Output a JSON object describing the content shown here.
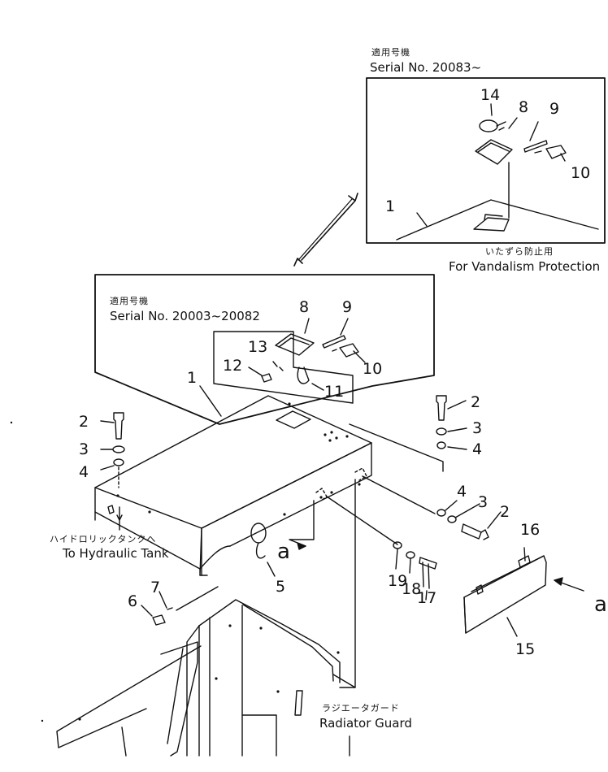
{
  "inset_upper": {
    "applicable_jp": "適用号機",
    "serial": "Serial No. 20083~",
    "part_labels": [
      "14",
      "8",
      "9",
      "10",
      "1"
    ],
    "caption_jp": "いたずら防止用",
    "caption_en": "For Vandalism Protection"
  },
  "inset_lower": {
    "applicable_jp": "適用号機",
    "serial": "Serial No. 20003~20082",
    "part_labels": [
      "8",
      "9",
      "13",
      "12",
      "10",
      "11",
      "1"
    ]
  },
  "main_labels": {
    "left": [
      "2",
      "3",
      "4"
    ],
    "right_upper": [
      "2",
      "3",
      "4"
    ],
    "right_lower": [
      "4",
      "3",
      "2"
    ],
    "bottom": [
      "5",
      "6",
      "7",
      "19",
      "18",
      "17",
      "16",
      "15"
    ]
  },
  "view_marker_a": "a",
  "hydraulic_tank_jp": "ハイドロリックタンクへ",
  "hydraulic_tank_en": "To Hydraulic Tank",
  "radiator_guard_jp": "ラジエータガード",
  "radiator_guard_en": "Radiator Guard",
  "colors": {
    "line": "#111111",
    "background": "#ffffff"
  }
}
